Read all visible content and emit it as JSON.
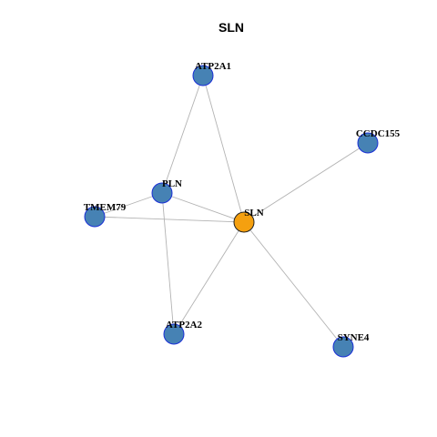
{
  "title": "SLN",
  "colors": {
    "background": "#ffffff",
    "edge": "#b3b3b3",
    "node_default_fill": "#4682b4",
    "node_default_stroke": "#1a2fd6",
    "node_center_fill": "#f5a00f",
    "node_center_stroke": "#222222",
    "label": "#000000",
    "title": "#000000"
  },
  "nodes": [
    {
      "id": "ATP2A1",
      "label": "ATP2A1",
      "center": false
    },
    {
      "id": "CCDC155",
      "label": "CCDC155",
      "center": false
    },
    {
      "id": "PLN",
      "label": "PLN",
      "center": false
    },
    {
      "id": "TMEM79",
      "label": "TMEM79",
      "center": false
    },
    {
      "id": "SLN",
      "label": "SLN",
      "center": true
    },
    {
      "id": "ATP2A2",
      "label": "ATP2A2",
      "center": false
    },
    {
      "id": "SYNE4",
      "label": "SYNE4",
      "center": false
    }
  ],
  "edges": [
    {
      "source": "ATP2A1",
      "target": "PLN"
    },
    {
      "source": "ATP2A1",
      "target": "SLN"
    },
    {
      "source": "CCDC155",
      "target": "SLN"
    },
    {
      "source": "PLN",
      "target": "TMEM79"
    },
    {
      "source": "PLN",
      "target": "SLN"
    },
    {
      "source": "PLN",
      "target": "ATP2A2"
    },
    {
      "source": "TMEM79",
      "target": "SLN"
    },
    {
      "source": "SLN",
      "target": "ATP2A2"
    },
    {
      "source": "SLN",
      "target": "SYNE4"
    }
  ]
}
